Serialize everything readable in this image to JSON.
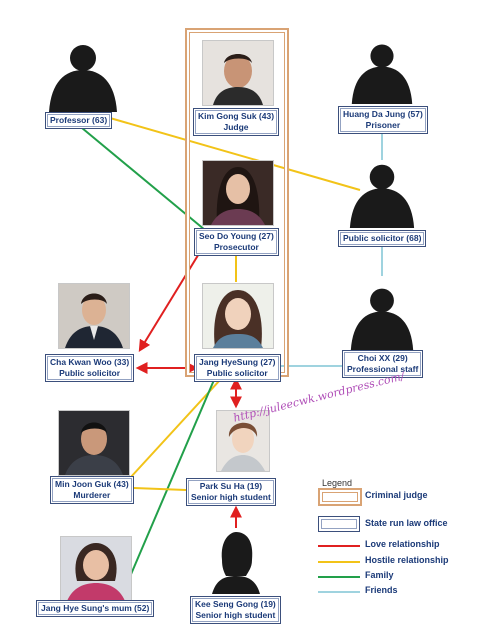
{
  "people": {
    "professor": "Professor (63)",
    "kim_name": "Kim Gong Suk (43)",
    "kim_role": "Judge",
    "huang_name": "Huang Da Jung (57)",
    "huang_role": "Prisoner",
    "seo_name": "Seo Do Young (27)",
    "seo_role": "Prosecutor",
    "public_solicitor_68": "Public solicitor (68)",
    "cha_name": "Cha Kwan Woo (33)",
    "cha_role": "Public solicitor",
    "jang_name": "Jang HyeSung (27)",
    "jang_role": "Public solicitor",
    "choi_name": "Choi XX (29)",
    "choi_role": "Professional staff",
    "min_name": "Min Joon Guk (43)",
    "min_role": "Murderer",
    "park_name": "Park Su Ha (19)",
    "park_role": "Senior high student",
    "mum": "Jang Hye Sung's mum (52)",
    "kee_name": "Kee Seng Gong (19)",
    "kee_role": "Senior high student"
  },
  "legend": {
    "title": "Legend",
    "criminal_judge": "Criminal judge",
    "state_office": "State run law office",
    "love": "Love relationship",
    "hostile": "Hostile relationship",
    "family": "Family",
    "friends": "Friends"
  },
  "colors": {
    "love": "#e02020",
    "hostile": "#f2c318",
    "family": "#22a04a",
    "friends": "#9fd3df",
    "criminal_judge": "#d9a374"
  },
  "watermark": "http://juleecwk.wordpress.com/"
}
